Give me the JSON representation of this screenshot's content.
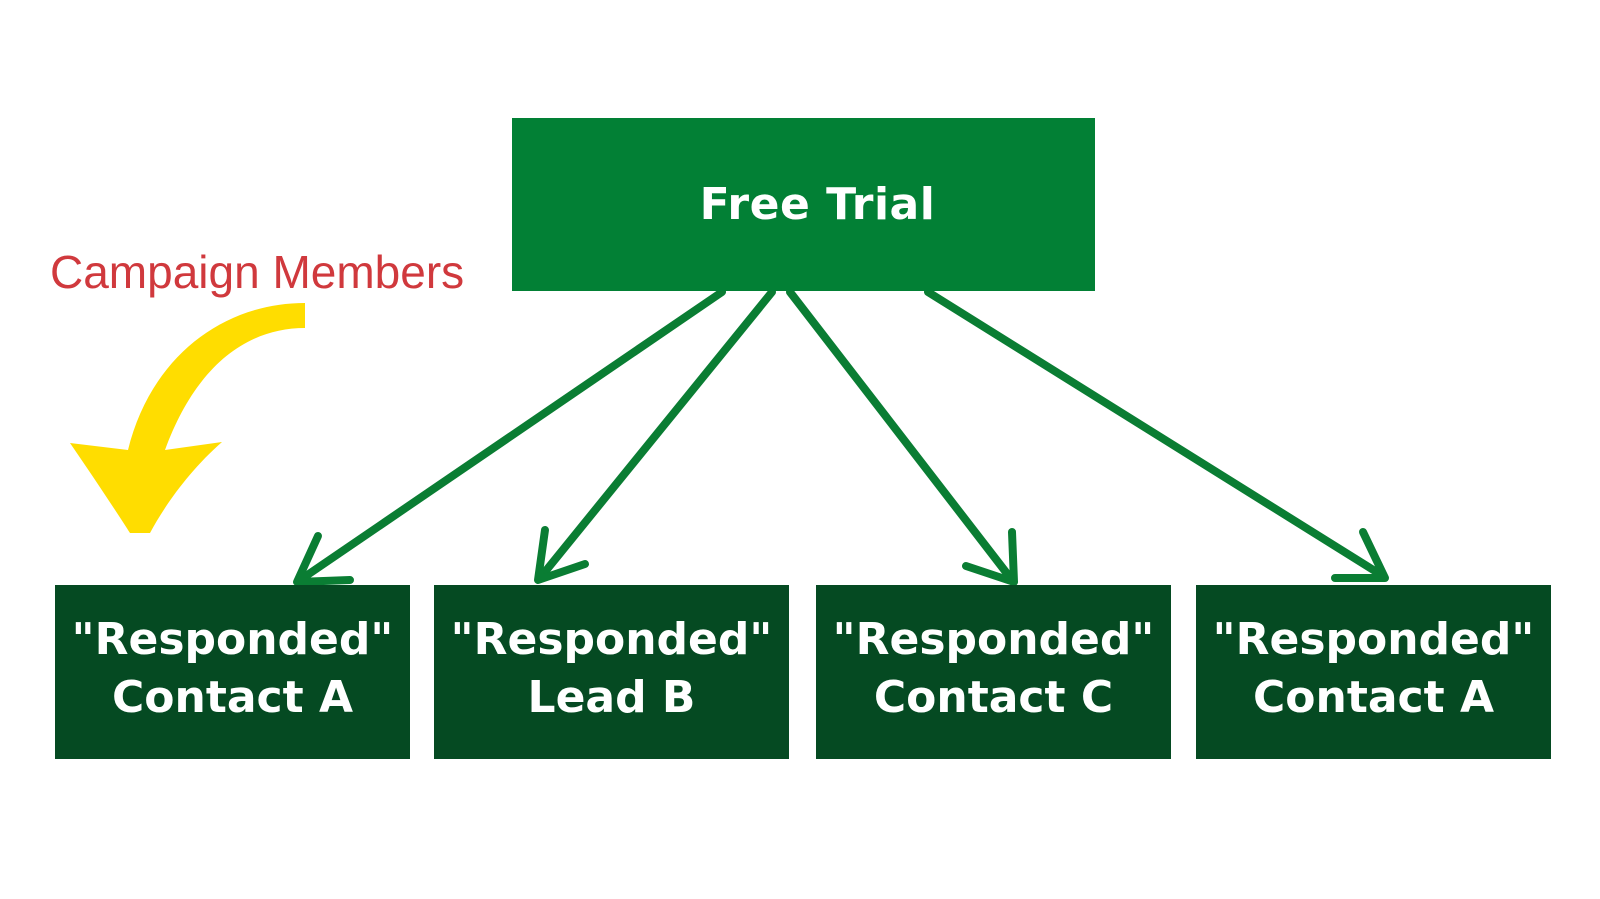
{
  "diagram": {
    "root": {
      "label": "Free Trial"
    },
    "children": [
      {
        "status": "\"Responded\"",
        "name": "Contact A"
      },
      {
        "status": "\"Responded\"",
        "name": "Lead B"
      },
      {
        "status": "\"Responded\"",
        "name": "Contact C"
      },
      {
        "status": "\"Responded\"",
        "name": "Contact A"
      }
    ],
    "annotation": {
      "label": "Campaign Members",
      "label_color": "#d0393d",
      "pointer_color": "#ffdd00",
      "pointer_icon": "curved-arrow-down-left-icon"
    },
    "colors": {
      "root_fill": "#028035",
      "child_fill": "#054a22",
      "connector": "#0a7d33",
      "text": "#ffffff"
    }
  }
}
